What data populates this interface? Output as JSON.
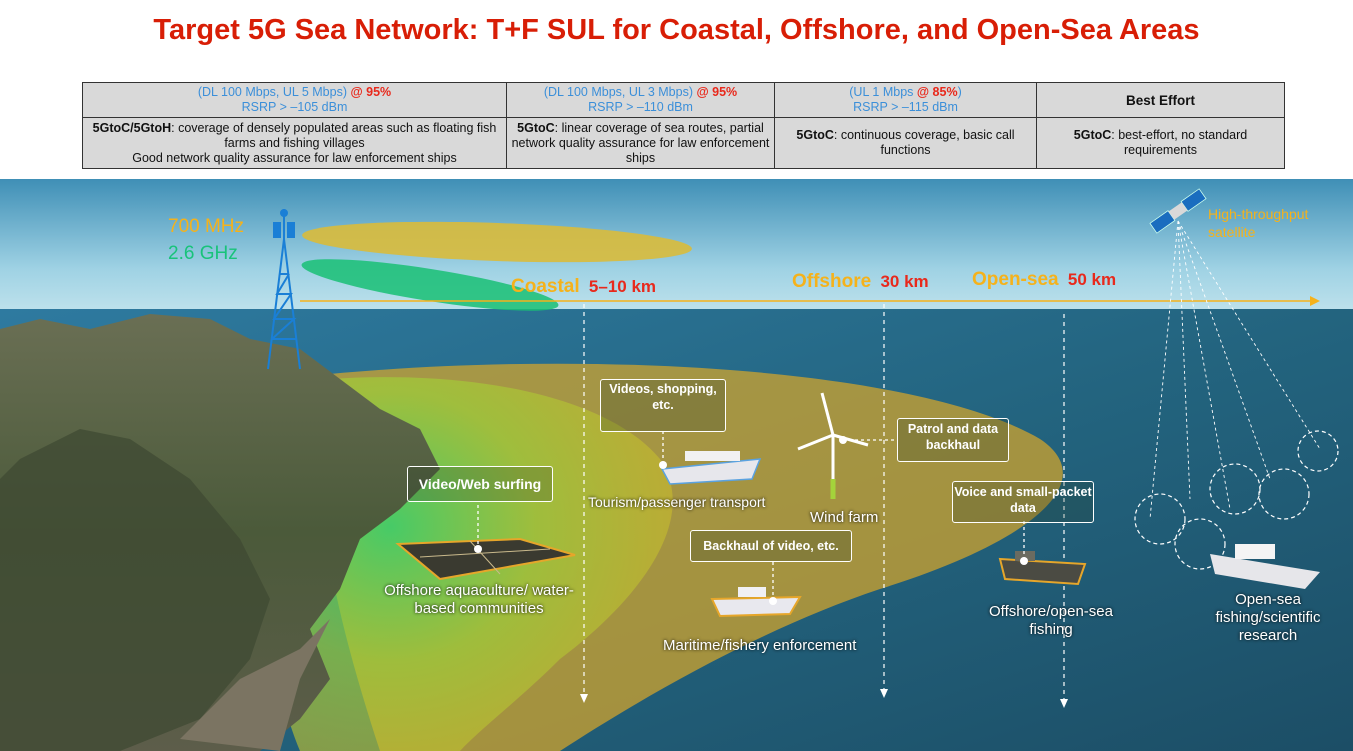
{
  "title": "Target 5G Sea Network: T+F SUL for Coastal, Offshore, and Open-Sea Areas",
  "table": {
    "col1": {
      "req_blue": "(DL 100 Mbps, UL 5 Mbps)",
      "req_red": "@ 95%",
      "rsrp": "RSRP > –105 dBm",
      "desc_bold": "5GtoC/5GtoH",
      "desc": ": coverage of densely populated areas such as floating fish farms and fishing villages",
      "desc2": "Good network quality assurance for law enforcement ships"
    },
    "col2": {
      "req_blue": "(DL 100 Mbps, UL 3 Mbps)",
      "req_red": "@ 95%",
      "rsrp": "RSRP > –110 dBm",
      "desc_bold": "5GtoC",
      "desc": ": linear coverage of sea routes, partial network quality assurance for law enforcement ships"
    },
    "col3": {
      "req_blue_a": "(UL 1 Mbps",
      "req_red": "@ 85%",
      "req_blue_b": ")",
      "rsrp": "RSRP > –115 dBm",
      "desc_bold": "5GtoC",
      "desc": ": continuous coverage, basic call functions"
    },
    "col4": {
      "header": "Best Effort",
      "desc_bold": "5GtoC",
      "desc": ": best-effort, no standard requirements"
    }
  },
  "scene": {
    "freq_700": "700 MHz",
    "freq_26": "2.6 GHz",
    "coastal": "Coastal",
    "coastal_dist": "5–10 km",
    "offshore": "Offshore",
    "offshore_dist": "30 km",
    "opensea": "Open-sea",
    "opensea_dist": "50 km",
    "satellite": "High-throughput satellite",
    "box_video_shopping": "Videos, shopping, etc.",
    "box_video_web": "Video/Web surfing",
    "box_patrol": "Patrol and data backhaul",
    "box_voice": "Voice and small-packet data",
    "box_backhaul": "Backhaul of video, etc.",
    "lbl_tourism": "Tourism/passenger transport",
    "lbl_wind": "Wind farm",
    "lbl_aquaculture": "Offshore aquaculture/ water-based communities",
    "lbl_maritime": "Maritime/fishery enforcement",
    "lbl_offshore_fishing": "Offshore/open-sea fishing",
    "lbl_opensea_fishing": "Open-sea fishing/scientific research"
  },
  "colors": {
    "title_red": "#d81e06",
    "blue": "#3b8fd9",
    "orange": "#f5b21b",
    "green": "#18c37a"
  }
}
